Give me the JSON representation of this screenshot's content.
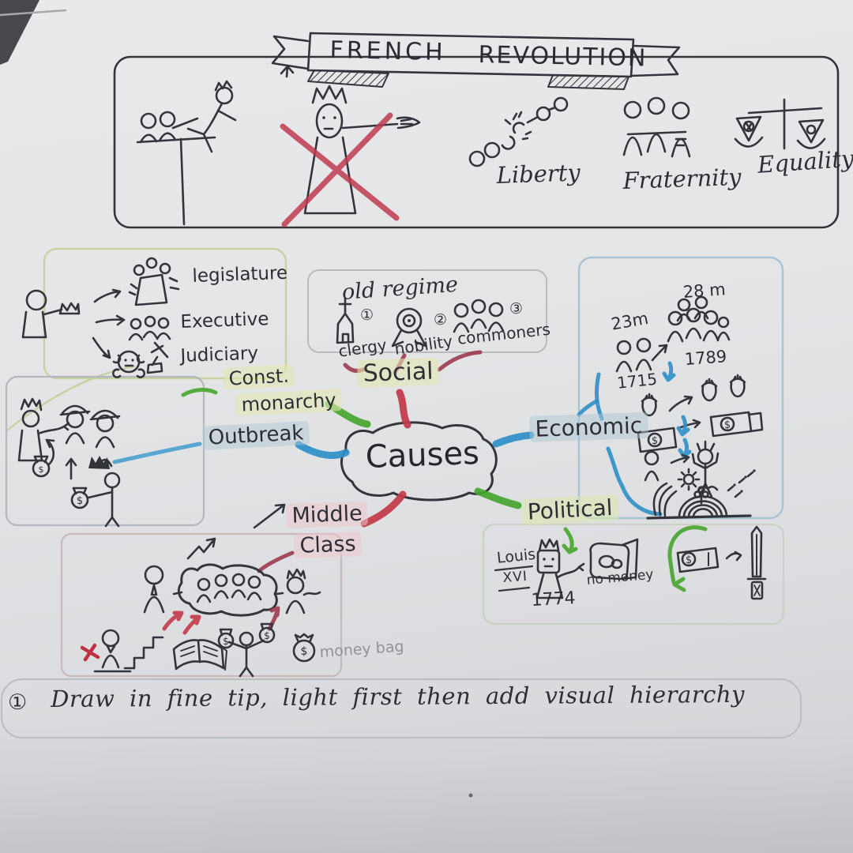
{
  "title": {
    "word1": "FRENCH",
    "word2": "REVOLUTION"
  },
  "motto": {
    "liberty": "Liberty",
    "fraternity": "Fraternity",
    "equality": "Equality"
  },
  "center_label": "Causes",
  "social": {
    "label": "Social",
    "header": "old regime",
    "clergy": "clergy",
    "nobility": "nobility",
    "commoners": "commoners",
    "num1": "①",
    "num2": "②",
    "num3": "③"
  },
  "economic": {
    "label": "Economic",
    "pop_before": "23m",
    "year_before": "1715",
    "pop_after": "28 m",
    "year_after": "1789"
  },
  "political": {
    "label": "Political",
    "king_name_line1": "Louis",
    "king_name_line2": "XVI",
    "accession_year": "1774",
    "wallet_caption": "no money"
  },
  "middle_class": {
    "label_line1": "Middle",
    "label_line2": "Class",
    "money_bag_caption": "money bag"
  },
  "outbreak": {
    "label": "Outbreak"
  },
  "const_monarchy": {
    "label_line1": "Const.",
    "label_line2": "monarchy",
    "branches": [
      "legislature",
      "Executive",
      "Judiciary"
    ]
  },
  "footnote": {
    "bullet": "①",
    "text": "Draw in fine tip, light first then add visual hierarchy"
  },
  "glyphs": {
    "dollar": "$"
  },
  "colors": {
    "ink": "#34353b",
    "red_marker": "#c23848",
    "blue_marker": "#2f8fc7",
    "green_marker": "#46a52e",
    "pencil": "#8f9297",
    "highlight_yellow": "#e2e8b0",
    "highlight_blue": "#b0c7d2",
    "highlight_pink": "#ecc6cd",
    "highlight_green": "#dbe6b2"
  }
}
